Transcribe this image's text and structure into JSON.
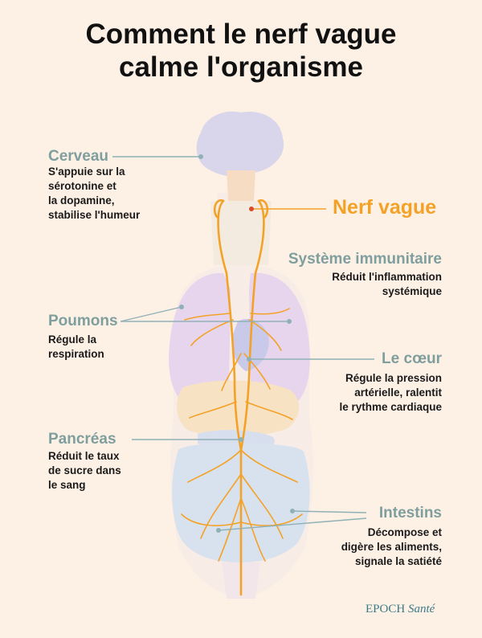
{
  "title": {
    "line1": "Comment le nerf vague",
    "line2": "calme l'organisme"
  },
  "nerve_label": "Nerf vague",
  "labels": {
    "cerveau": {
      "heading": "Cerveau",
      "desc": "S'appuie sur la\nsérotonine et\nla dopamine,\nstabilise l'humeur"
    },
    "immunitaire": {
      "heading": "Système immunitaire",
      "desc": "Réduit l'inflammation\nsystémique"
    },
    "poumons": {
      "heading": "Poumons",
      "desc": "Régule la\nrespiration"
    },
    "coeur": {
      "heading": "Le cœur",
      "desc": "Régule la pression\nartérielle, ralentit\nle rythme cardiaque"
    },
    "pancreas": {
      "heading": "Pancréas",
      "desc": "Réduit le taux\nde sucre dans\nle sang"
    },
    "intestins": {
      "heading": "Intestins",
      "desc": "Décompose et\ndigère les aliments,\nsignale la satiété"
    }
  },
  "credit": {
    "brand": "EPOCH",
    "section": "Santé"
  },
  "colors": {
    "background": "#fdf1e6",
    "heading": "#7f9e9e",
    "nerve": "#f4a227",
    "leader_line": "#8fb1b6",
    "brain": "#d9d6ec",
    "lungs": "#e6d5ec",
    "heart": "#c9c9ea",
    "stomach": "#f7e2c3",
    "intestines": "#d8e2ef"
  }
}
